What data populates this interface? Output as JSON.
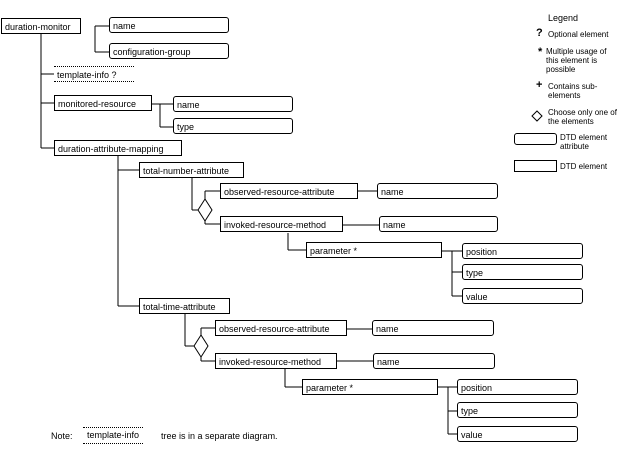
{
  "nodes": {
    "duration_monitor": "duration-monitor",
    "name": "name",
    "configuration_group": "configuration-group",
    "template_info": "template-info ?",
    "monitored_resource": "monitored-resource",
    "mr_name": "name",
    "mr_type": "type",
    "duration_attribute_mapping": "duration-attribute-mapping",
    "total_number_attribute": "total-number-attribute",
    "tn_observed": "observed-resource-attribute",
    "tn_observed_name": "name",
    "tn_invoked": "invoked-resource-method",
    "tn_invoked_name": "name",
    "tn_parameter": "parameter *",
    "tn_position": "position",
    "tn_type": "type",
    "tn_value": "value",
    "total_time_attribute": "total-time-attribute",
    "tt_observed": "observed-resource-attribute",
    "tt_observed_name": "name",
    "tt_invoked": "invoked-resource-method",
    "tt_invoked_name": "name",
    "tt_parameter": "parameter *",
    "tt_position": "position",
    "tt_type": "type",
    "tt_value": "value"
  },
  "legend": {
    "title": "Legend",
    "optional_symbol": "?",
    "optional": "Optional element",
    "multiple_symbol": "*",
    "multiple": "Multiple usage of this element is possible",
    "contains_symbol": "+",
    "contains": "Contains sub-elements",
    "choose": "Choose only one of the elements",
    "dtd_attribute": "DTD element attribute",
    "dtd_element": "DTD element"
  },
  "note": {
    "label": "Note:",
    "box": "template-info",
    "text": "tree is in a separate diagram."
  }
}
